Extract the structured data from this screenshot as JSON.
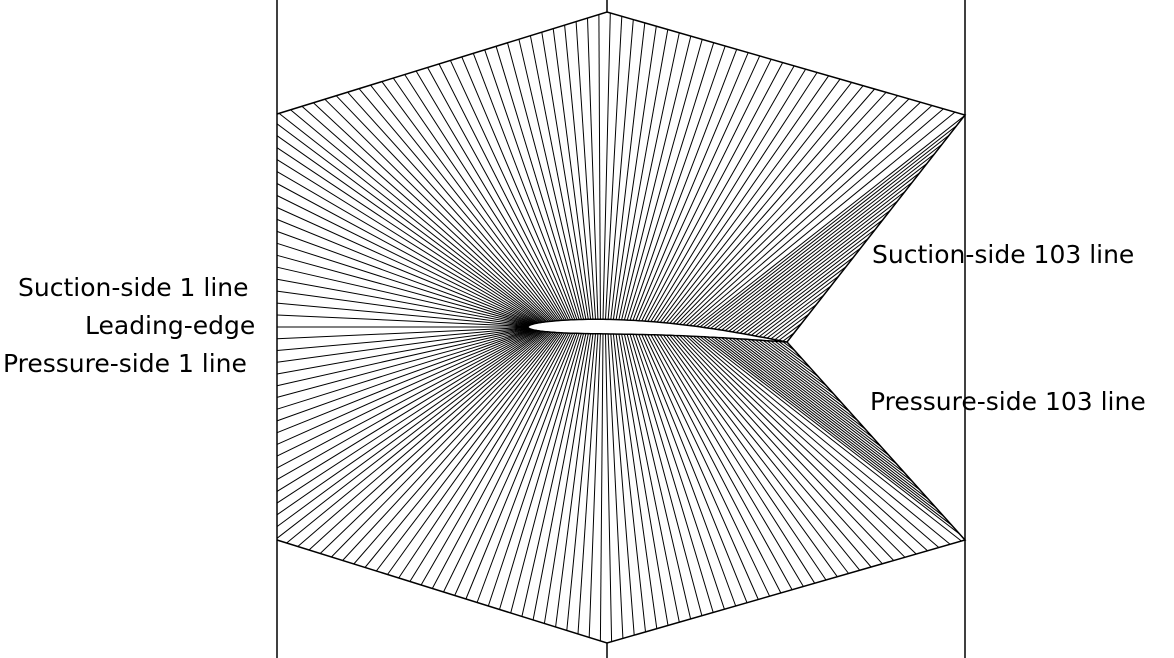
{
  "diagram": {
    "type": "airfoil-grid-lines",
    "line_count_per_side": 103,
    "stroke_color": "#000000",
    "airfoil_fill": "#ffffff",
    "background": "#ffffff"
  },
  "labels": {
    "suction_side_1": "Suction-side 1 line",
    "leading_edge": "Leading-edge",
    "pressure_side_1": "Pressure-side 1 line",
    "suction_side_103": "Suction-side 103 line",
    "pressure_side_103": "Pressure-side 103 line"
  }
}
